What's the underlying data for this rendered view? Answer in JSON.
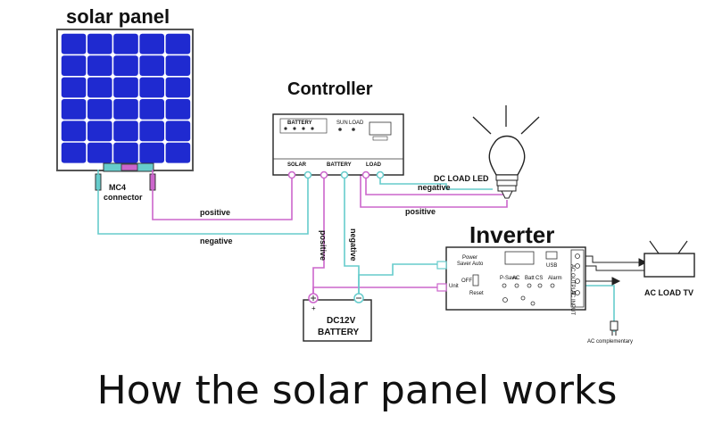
{
  "labels": {
    "solar_panel": "solar panel",
    "controller": "Controller",
    "inverter": "Inverter",
    "mc4_line1": "MC4",
    "mc4_line2": "connector",
    "dc_load_led": "DC LOAD LED",
    "positive": "positive",
    "negative": "negative",
    "ac_load_tv": "AC LOAD TV",
    "ac_complementary": "AC complementary",
    "battery_line1": "DC12V",
    "battery_line2": "BATTERY",
    "caption": "How the solar panel works"
  },
  "controller_panel": {
    "battery": "BATTERY",
    "sun": "SUN",
    "load": "LOAD",
    "port_solar": "SOLAR",
    "port_battery": "BATTERY",
    "port_load": "LOAD"
  },
  "inverter_panel": {
    "power_saver": "Power",
    "power_saver2": "Saver Auto",
    "usb": "USB",
    "unit": "Unit",
    "off": "OFF",
    "reset": "Reset",
    "indicators": [
      "P-Save",
      "AC",
      "Batt",
      "CS",
      "Alarm"
    ],
    "ac_output": "AC OUTPUT",
    "ac_input": "AC INPUT"
  },
  "colors": {
    "panel_blue": "#1f2ad0",
    "positive_wire": "#cc66cc",
    "negative_wire": "#66cccc",
    "line": "#111111"
  }
}
